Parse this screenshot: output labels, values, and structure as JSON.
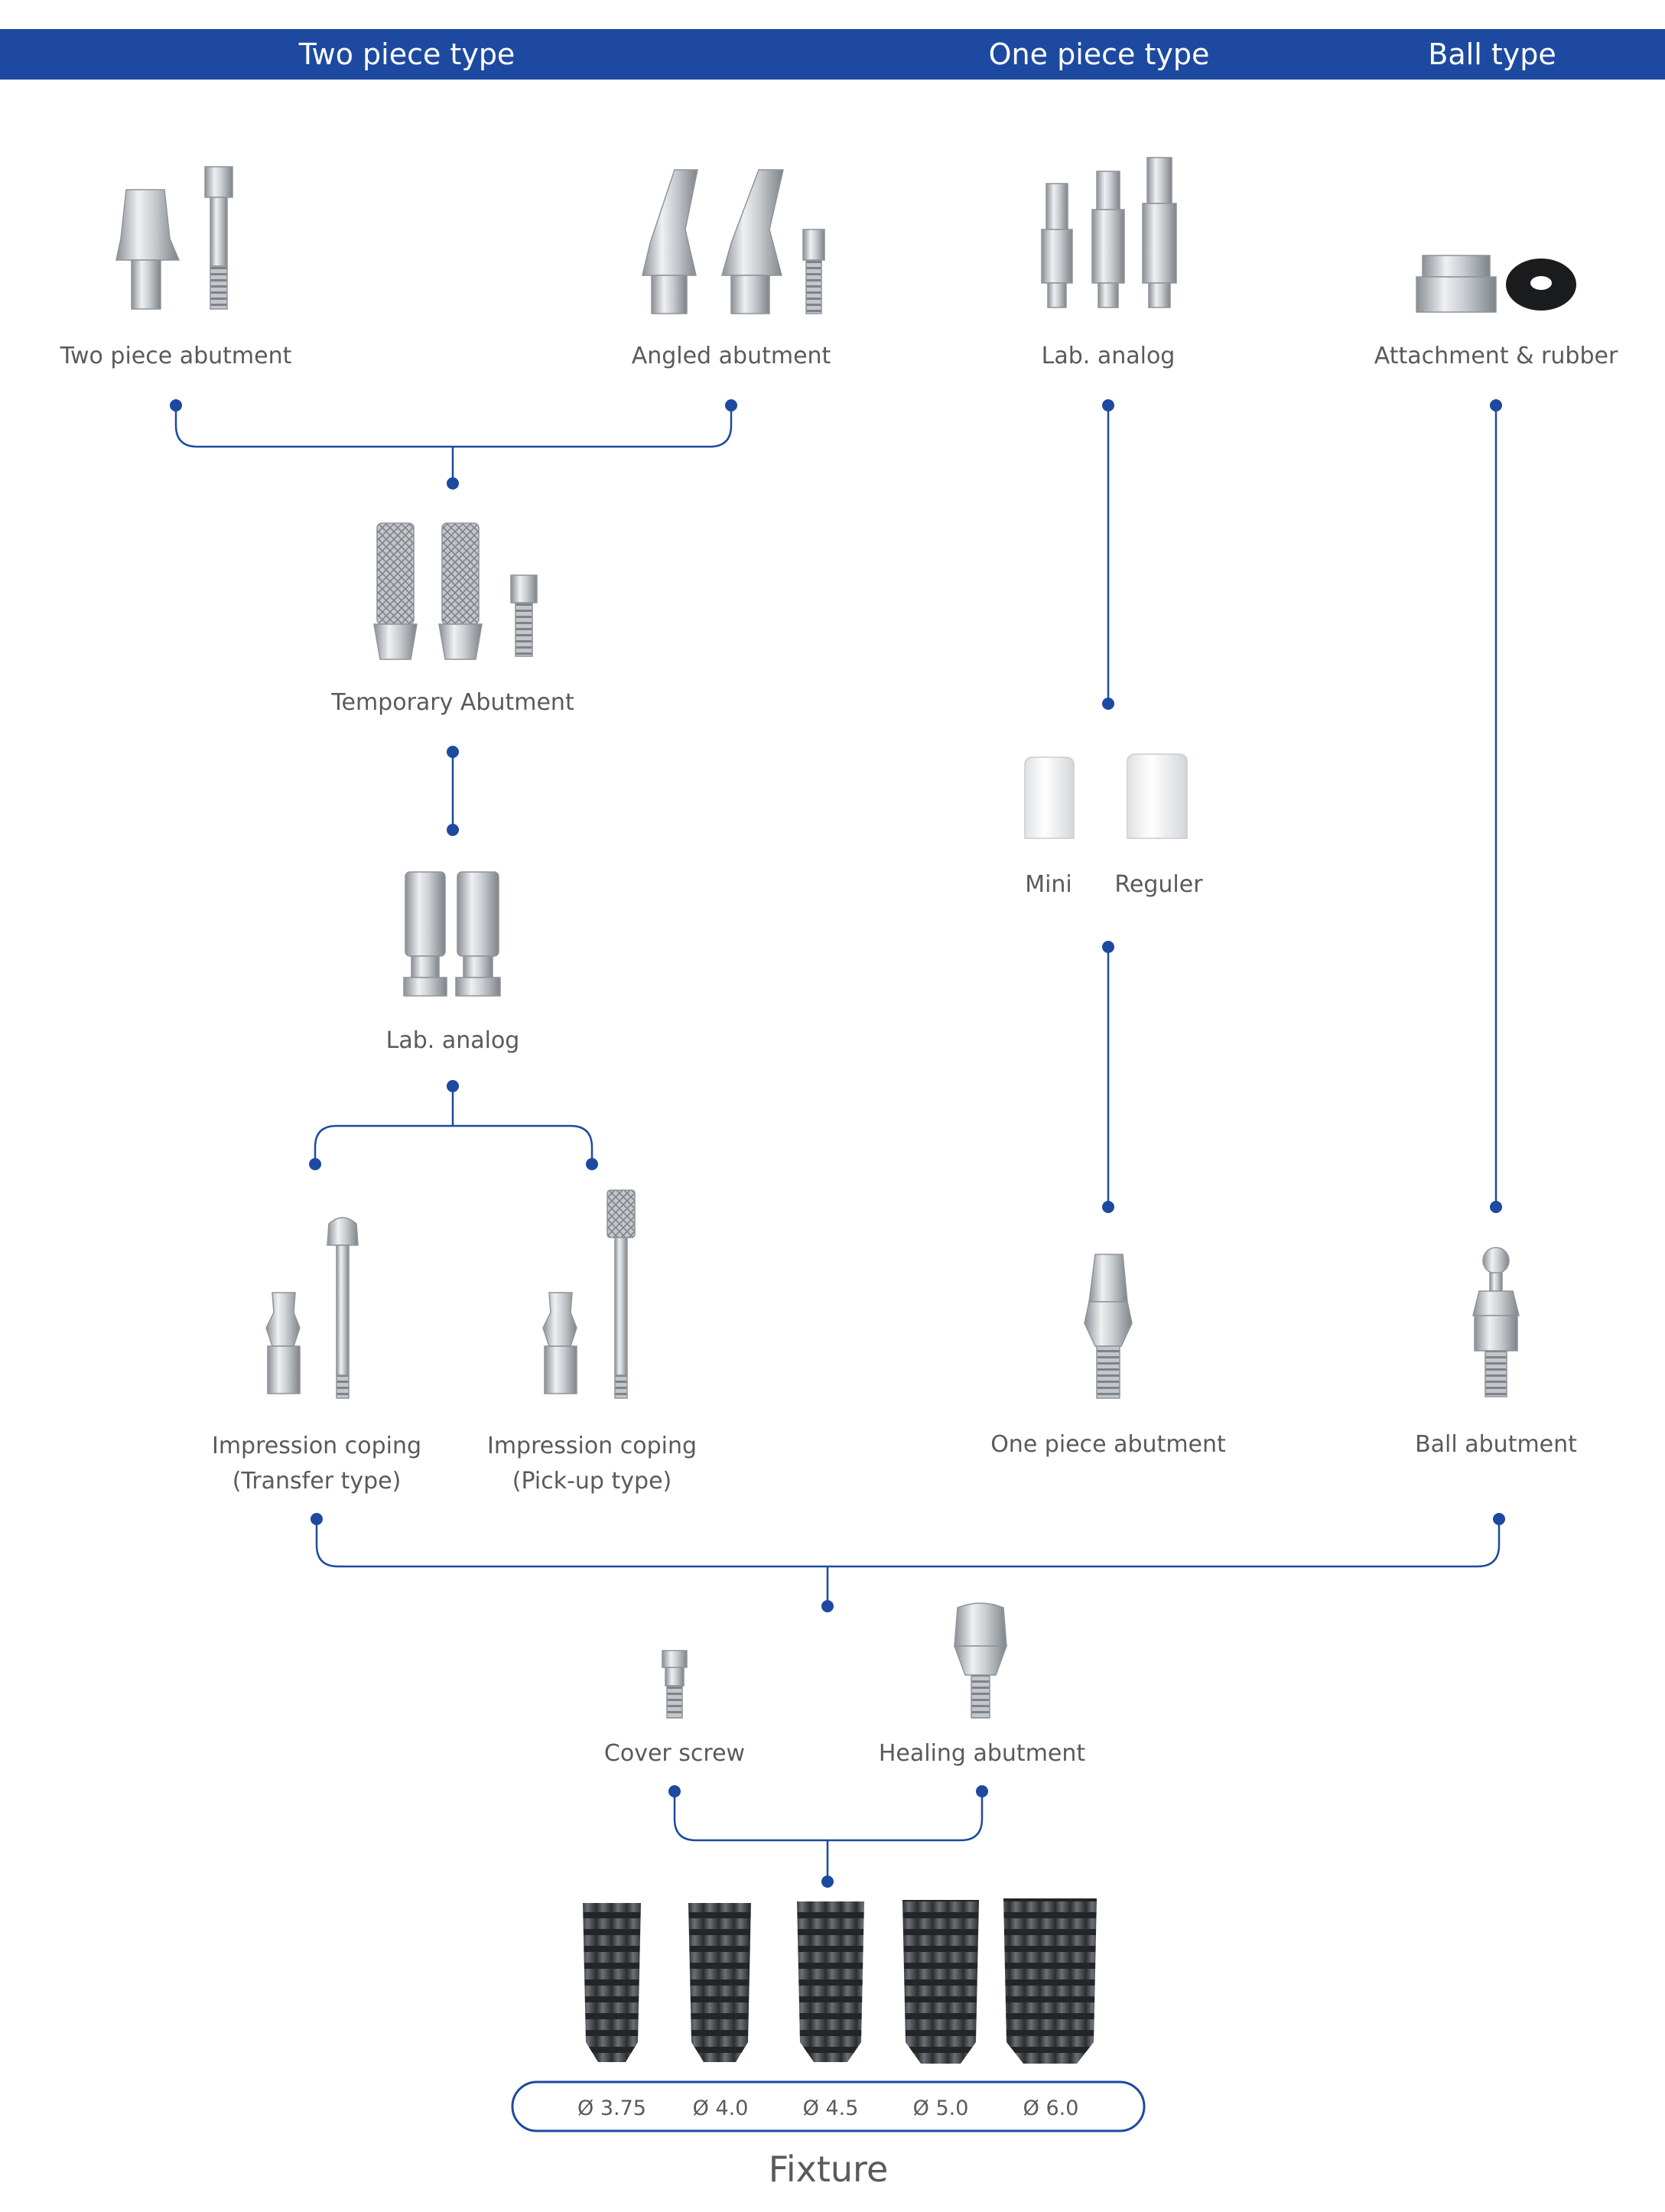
{
  "header": {
    "color": "#1d4aa0",
    "sections": [
      "Two piece type",
      "One piece type",
      "Ball type"
    ]
  },
  "components": {
    "two_piece_abutment": "Two piece abutment",
    "angled_abutment": "Angled abutment",
    "lab_analog_one": "Lab. analog",
    "attachment_rubber": "Attachment & rubber",
    "temporary_abutment": "Temporary Abutment",
    "cap_mini": "Mini",
    "cap_regular": "Reguler",
    "lab_analog_two": "Lab. analog",
    "impression_transfer": [
      "Impression coping",
      "(Transfer type)"
    ],
    "impression_pickup": [
      "Impression coping",
      "(Pick-up type)"
    ],
    "one_piece_abutment": "One piece abutment",
    "ball_abutment": "Ball abutment",
    "cover_screw": "Cover screw",
    "healing_abutment": "Healing abutment"
  },
  "fixture": {
    "title": "Fixture",
    "diameters": [
      "Ø 3.75",
      "Ø 4.0",
      "Ø 4.5",
      "Ø 5.0",
      "Ø 6.0"
    ]
  },
  "icons": [
    "two-piece-abutment-icon",
    "angled-abutment-icon",
    "lab-analog-icon",
    "attachment-rubber-icon",
    "temporary-abutment-icon",
    "healing-cap-icon",
    "impression-coping-icon",
    "one-piece-abutment-icon",
    "ball-abutment-icon",
    "cover-screw-icon",
    "healing-abutment-icon",
    "fixture-icon"
  ]
}
